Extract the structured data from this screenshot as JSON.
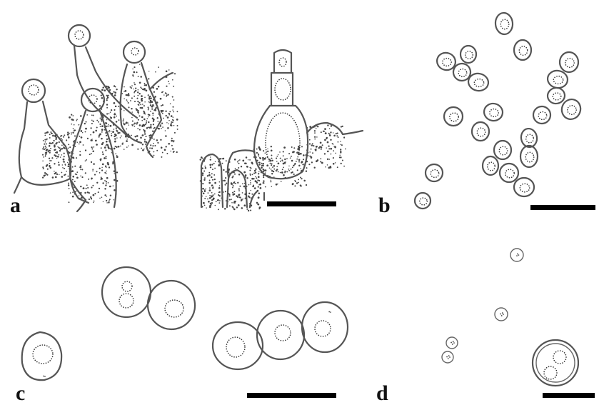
{
  "panels": [
    {
      "id": "a",
      "label": "a"
    },
    {
      "id": "b",
      "label": "b"
    },
    {
      "id": "c",
      "label": "c"
    },
    {
      "id": "d",
      "label": "d"
    }
  ],
  "colors": {
    "line": "#555555",
    "stipple": "#444444",
    "scale_bar": "#000000",
    "background": "#ffffff"
  }
}
